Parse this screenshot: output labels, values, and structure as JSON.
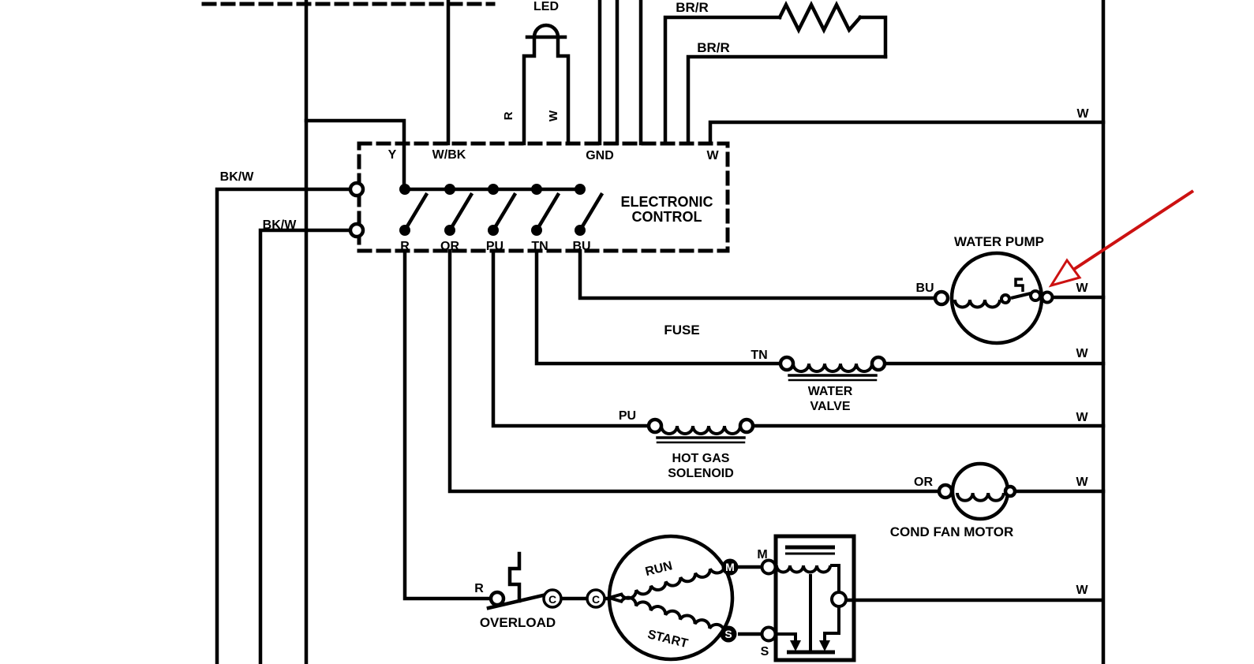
{
  "colors": {
    "wire": "#000000",
    "background": "#ffffff",
    "annotation_arrow": "#cc1111"
  },
  "top_section": {
    "led_label": "LED",
    "led_left_wire": "R",
    "led_right_wire": "W",
    "resistor_wire_upper": "BR/R",
    "resistor_wire_lower": "BR/R",
    "white_wire_top": "W"
  },
  "control_box": {
    "name_line1": "ELECTRONIC",
    "name_line2": "CONTROL",
    "pin_y": "Y",
    "pin_wbk": "W/BK",
    "pin_gnd": "GND",
    "pin_w": "W",
    "bottom_pins": [
      "R",
      "OR",
      "PU",
      "TN",
      "BU"
    ],
    "input_upper": "BK/W",
    "input_lower": "BK/W"
  },
  "water_pump": {
    "name": "WATER PUMP",
    "wire_in": "BU",
    "wire_out": "W"
  },
  "fuse_label": "FUSE",
  "water_valve": {
    "name_line1": "WATER",
    "name_line2": "VALVE",
    "wire_in": "TN",
    "wire_out": "W"
  },
  "hot_gas_solenoid": {
    "name_line1": "HOT GAS",
    "name_line2": "SOLENOID",
    "wire_in": "PU",
    "wire_out": "W"
  },
  "cond_fan_motor": {
    "name": "COND FAN MOTOR",
    "wire_in": "OR",
    "wire_out": "W"
  },
  "compressor": {
    "wire_in": "R",
    "overload_label": "OVERLOAD",
    "contact1": "C",
    "contact2": "C",
    "run_winding": "RUN",
    "start_winding": "START",
    "main_terminal": "M",
    "start_terminal": "S",
    "relay_pin_m": "M",
    "relay_pin_s": "S",
    "relay_wire_out": "W"
  }
}
